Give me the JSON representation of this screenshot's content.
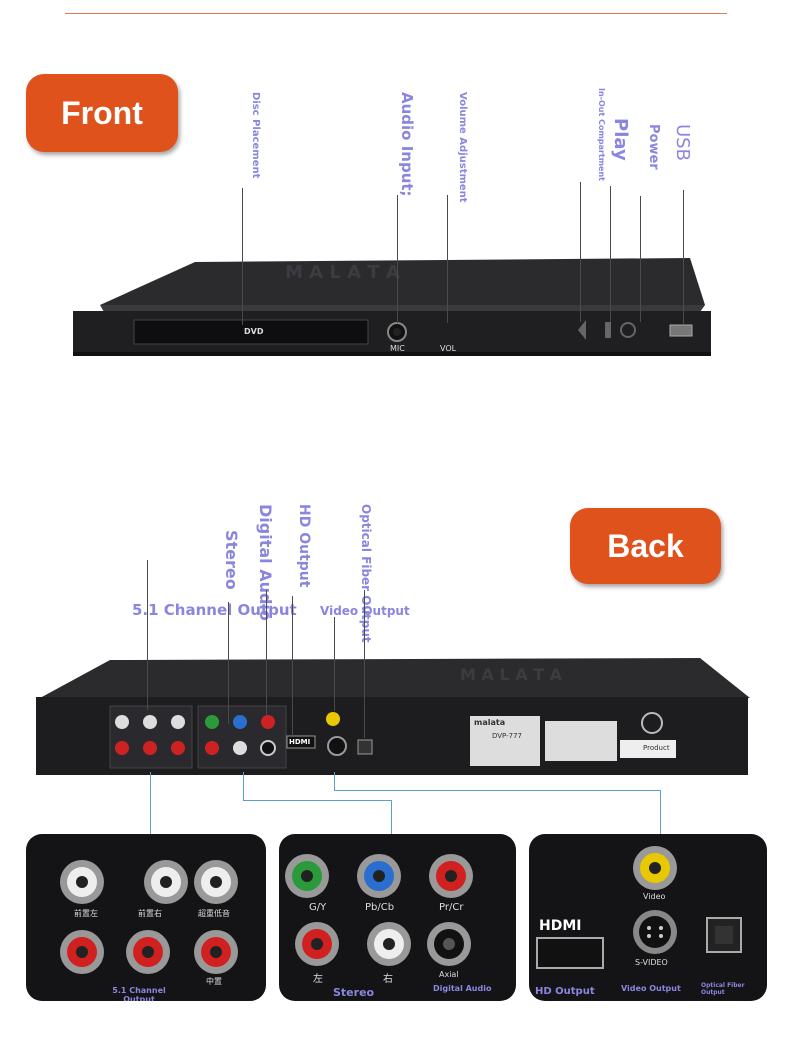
{
  "badges": {
    "front": "Front",
    "back": "Back"
  },
  "front_labels": {
    "disc": "Disc Placement",
    "audio": "Audio Input;",
    "volume": "Volume Adjustment",
    "inout": "In-Out Compartment",
    "play": "Play",
    "power": "Power",
    "usb": "USB"
  },
  "device_front": {
    "tray": "DVD",
    "mic": "MIC",
    "vol": "VOL"
  },
  "back_labels": {
    "channel": "5.1 Channel Output",
    "stereo": "Stereo",
    "digital": "Digital Audio",
    "hd": "HD Output",
    "optical": "Optical Fiber Output",
    "video": "Video Output"
  },
  "device_back": {
    "brand": "malata",
    "model": "DVP-777",
    "sticker": "Product",
    "hdmi": "HDMI"
  },
  "insets": {
    "left": {
      "top_row": [
        "前置左",
        "前置右",
        "超重低音"
      ],
      "bottom_row": [
        "",
        "",
        "中置"
      ],
      "caption": "5.1 Channel Output"
    },
    "middle": {
      "top_row": [
        "G/Y",
        "Pb/Cb",
        "Pr/Cr"
      ],
      "bottom_row": [
        "左",
        "右",
        "Axial"
      ],
      "caption_stereo": "Stereo",
      "caption_digital": "Digital Audio"
    },
    "right": {
      "video": "Video",
      "hdmi": "HDMI",
      "svideo": "S-VIDEO",
      "caption_hd": "HD Output",
      "caption_video": "Video Output",
      "caption_optical": "Optical Fiber Output"
    }
  },
  "colors": {
    "badge": "#e0521c",
    "label": "#8a86e0",
    "connector": "#5aa0c8"
  }
}
